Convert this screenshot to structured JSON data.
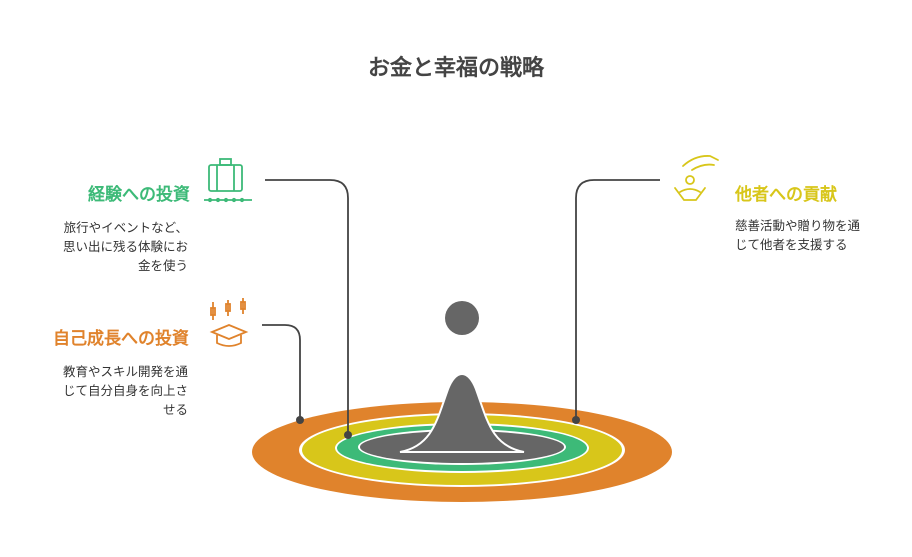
{
  "title": "お金と幸福の戦略",
  "items": [
    {
      "heading": "経験への投資",
      "desc": [
        "旅行やイベントなど、",
        "思い出に残る体験にお",
        "金を使う"
      ],
      "color": "#3dba78",
      "icon": "suitcase-icon"
    },
    {
      "heading": "自己成長への投資",
      "desc": [
        "教育やスキル開発を通",
        "じて自分自身を向上さ",
        "せる"
      ],
      "color": "#e0832c",
      "icon": "graduation-growth-icon"
    },
    {
      "heading": "他者への貢献",
      "desc": [
        "慈善活動や贈り物を通",
        "じて他者を支援する"
      ],
      "color": "#d8c61a",
      "icon": "helping-hand-icon"
    }
  ],
  "colors": {
    "orange": "#e0832c",
    "yellow": "#d8c61a",
    "green": "#3dba78",
    "dark": "#666666",
    "line": "#444444"
  }
}
